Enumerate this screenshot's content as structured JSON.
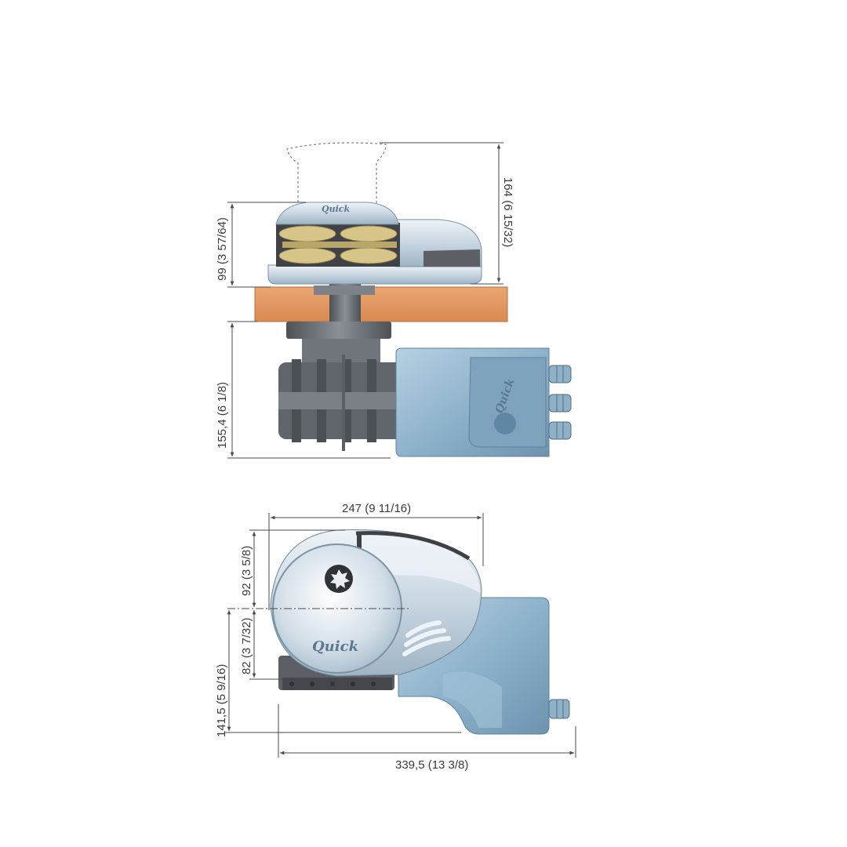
{
  "brand": {
    "logo_text": "Quick"
  },
  "dimensions": {
    "overall_height_top": "164 (6 15/32)",
    "housing_height_above_deck": "99 (3 57/64)",
    "motor_depth_below_deck": "155,4 (6 1/8)",
    "housing_length": "247 (9 11/16)",
    "upper_from_axis": "92 (3 5/8)",
    "lower_to_base": "82 (3 7/32)",
    "lower_to_motor_bottom": "141,5 (5 9/16)",
    "overall_length": "339,5 (13 3/8)"
  },
  "colors": {
    "deck_wood": "#e59a63",
    "motor_blue": "#8fb3cc",
    "housing_silver": "#c9d7e2",
    "gypsy_gold": "#d8c58a",
    "dark_metal": "#5c6066",
    "dimension_line": "#4a4a4a"
  }
}
